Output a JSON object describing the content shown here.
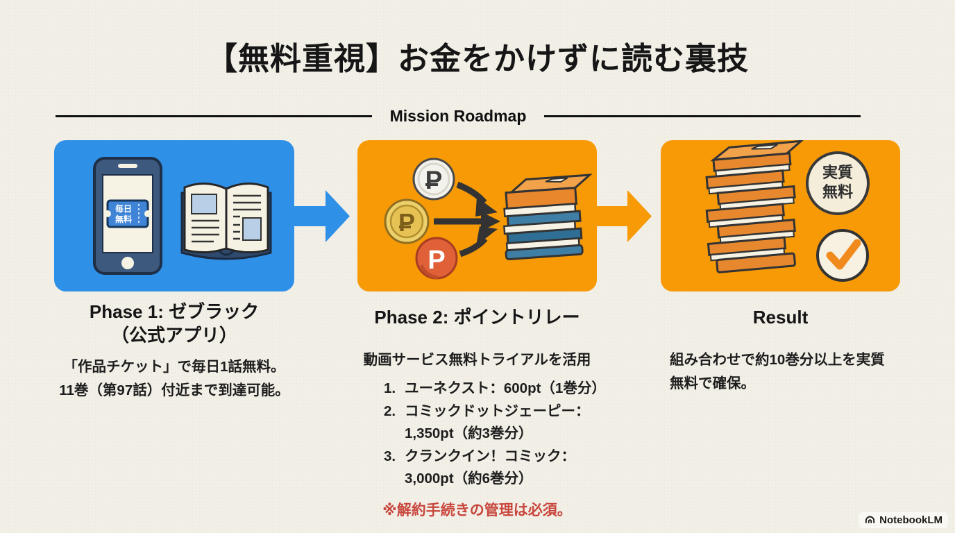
{
  "title": "【無料重視】お金をかけずに読む裏技",
  "roadmap": {
    "label": "Mission Roadmap"
  },
  "phase1": {
    "heading_line1": "Phase 1: ゼブラック",
    "heading_line2": "（公式アプリ）",
    "body_line1": "「作品チケット」で毎日1話無料。",
    "body_line2": "11巻（第97話）付近まで到達可能。",
    "ticket_label_line1": "毎日",
    "ticket_label_line2": "無料"
  },
  "phase2": {
    "heading": "Phase 2: ポイントリレー",
    "body": "動画サービス無料トライアルを活用",
    "list": [
      {
        "num": "1.",
        "line1": "ユーネクスト：600pt（1巻分）"
      },
      {
        "num": "2.",
        "line1": "コミックドットジェーピー：",
        "line2": "1,350pt（約3巻分）"
      },
      {
        "num": "3.",
        "line1": "クランクイン！コミック：",
        "line2": "3,000pt（約6巻分）"
      }
    ],
    "note": "※解約手続きの管理は必須。"
  },
  "result": {
    "heading": "Result",
    "body": "組み合わせで約10巻分以上を実質無料で確保。",
    "badge_line1": "実質",
    "badge_line2": "無料"
  },
  "brand": "NotebookLM",
  "colors": {
    "bg": "#f2efe7",
    "blue": "#2f90e8",
    "orange": "#f79a06",
    "ink": "#161616",
    "note-red": "#c8463c"
  }
}
